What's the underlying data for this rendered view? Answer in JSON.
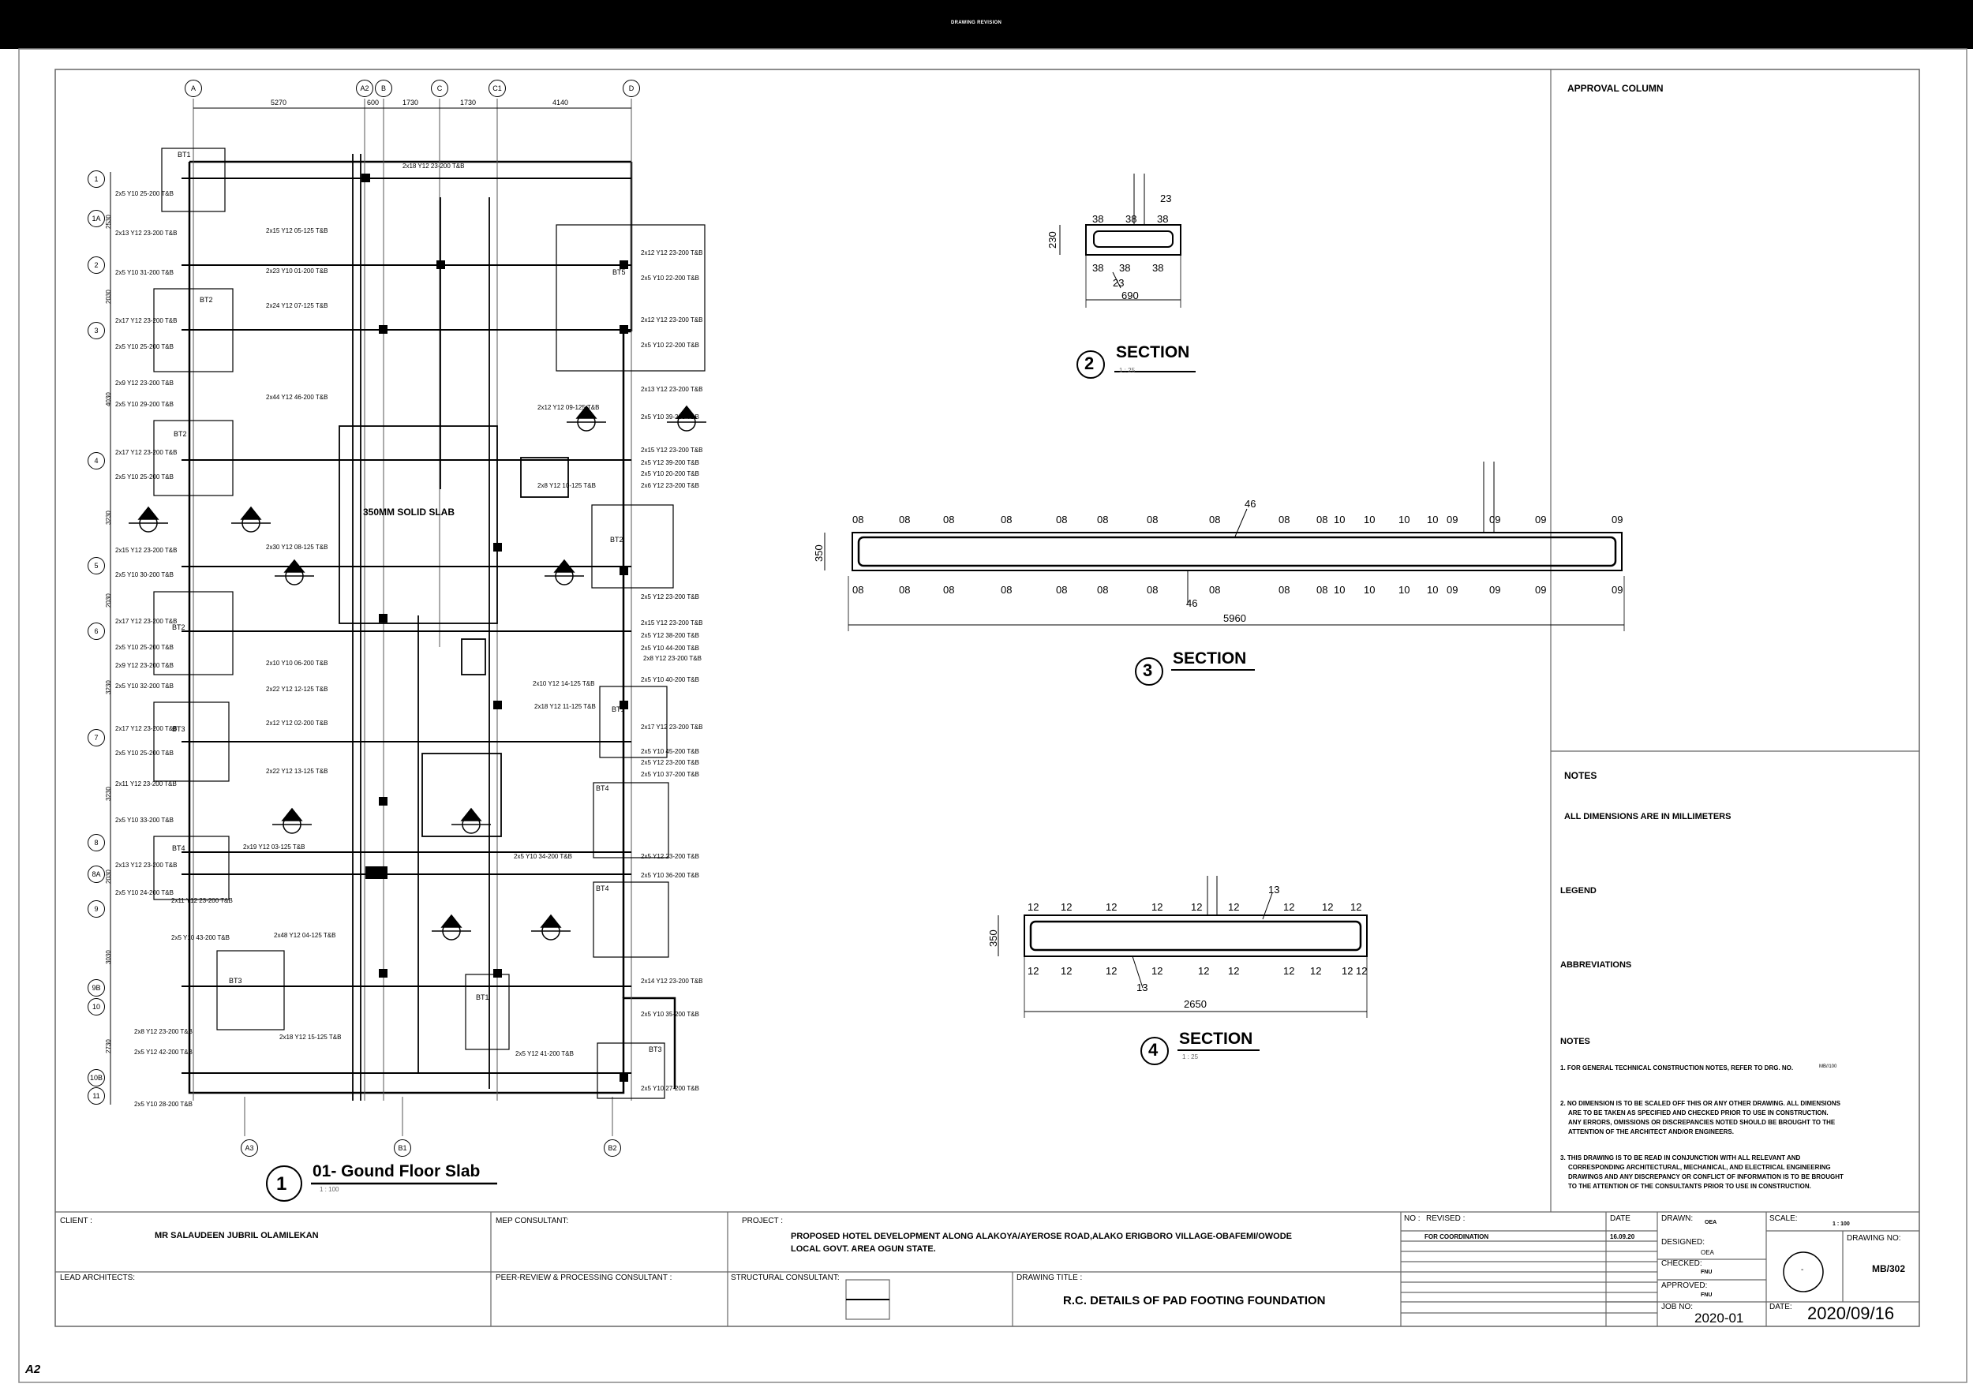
{
  "topbar_text": "DRAWING REVISION",
  "sheet_size": "A2",
  "plan": {
    "title": "01- Gound Floor Slab",
    "number": "1",
    "scale": "1 : 100",
    "slab_label": "350MM SOLID SLAB",
    "grid_top": [
      "A",
      "A2",
      "B",
      "C",
      "C1",
      "D"
    ],
    "grid_bottom": [
      "A3",
      "B1",
      "B2"
    ],
    "grid_left": [
      "1",
      "1A",
      "2",
      "3",
      "4",
      "5",
      "6",
      "7",
      "8",
      "8A",
      "9",
      "9B",
      "10",
      "10B",
      "11"
    ],
    "dims_top": [
      "5270",
      "600",
      "1730",
      "1730",
      "4140"
    ],
    "dims_left": [
      "2530",
      "2030",
      "4030",
      "3230",
      "2030",
      "3230",
      "3230",
      "2030",
      "3030",
      "2730"
    ],
    "beams": [
      "BT1",
      "BT2",
      "BT2",
      "BT2",
      "BT3",
      "BT4",
      "BT3",
      "BT1",
      "BT5",
      "BT2",
      "BT1",
      "BT4",
      "BT4",
      "BT3"
    ],
    "rebar_left": [
      "2x5 Y10 25-200 T&B",
      "2x13 Y12 23-200 T&B",
      "2x5 Y10 31-200 T&B",
      "2x17 Y12 23-200 T&B",
      "2x5 Y10 25-200 T&B",
      "2x9 Y12 23-200 T&B",
      "2x5 Y10 29-200 T&B",
      "2x17 Y12 23-200 T&B",
      "2x5 Y10 25-200 T&B",
      "2x15 Y12 23-200 T&B",
      "2x5 Y10 30-200 T&B",
      "2x17 Y12 23-200 T&B",
      "2x5 Y10 25-200 T&B",
      "2x9 Y12 23-200 T&B",
      "2x5 Y10 32-200 T&B",
      "2x17 Y12 23-200 T&B",
      "2x5 Y10 25-200 T&B",
      "2x11 Y12 23-200 T&B",
      "2x5 Y10 33-200 T&B",
      "2x13 Y12 23-200 T&B",
      "2x5 Y10 24-200 T&B",
      "2x11 Y12 23-200 T&B",
      "2x5 Y10 43-200 T&B",
      "2x8 Y12 23-200 T&B",
      "2x5 Y12 42-200 T&B",
      "2x5 Y10 28-200 T&B"
    ],
    "rebar_mid": [
      "2x18 Y12 23-200 T&B",
      "2x15 Y12 05-125 T&B",
      "2x23 Y10 01-200 T&B",
      "2x24 Y12 07-125 T&B",
      "2x44 Y12 46-200 T&B",
      "2x30 Y12 08-125 T&B",
      "2x10 Y10 06-200 T&B",
      "2x22 Y12 12-125 T&B",
      "2x12 Y12 02-200 T&B",
      "2x22 Y12 13-125 T&B",
      "2x19 Y12 03-125 T&B",
      "2x48 Y12 04-125 T&B",
      "2x18 Y12 15-125 T&B",
      "2x5 Y10 34-200 T&B",
      "2x5 Y12 41-200 T&B",
      "2x10 Y12 14-125 T&B",
      "2x18 Y12 11-125 T&B",
      "2x12 Y12 09-125 T&B",
      "2x8 Y12 10-125 T&B"
    ],
    "rebar_right": [
      "2x12 Y12 23-200 T&B",
      "2x5 Y10 22-200 T&B",
      "2x12 Y12 23-200 T&B",
      "2x5 Y10 22-200 T&B",
      "2x13 Y12 23-200 T&B",
      "2x5 Y10 39-200 T&B",
      "2x15 Y12 23-200 T&B",
      "2x5 Y12 39-200 T&B",
      "2x5 Y10 20-200 T&B",
      "2x6 Y12 23-200 T&B",
      "2x5 Y12 23-200 T&B",
      "2x15 Y12 23-200 T&B",
      "2x5 Y12 38-200 T&B",
      "2x5 Y10 44-200 T&B",
      "2x8 Y12 23-200 T&B",
      "2x5 Y10 40-200 T&B",
      "2x17 Y12 23-200 T&B",
      "2x5 Y10 45-200 T&B",
      "2x5 Y12 23-200 T&B",
      "2x5 Y10 37-200 T&B",
      "2x5 Y12 23-200 T&B",
      "2x5 Y10 36-200 T&B",
      "2x14 Y12 23-200 T&B",
      "2x5 Y10 35-200 T&B",
      "2x5 Y10 27-200 T&B"
    ]
  },
  "section2": {
    "title": "SECTION",
    "number": "2",
    "scale": "1 : 25",
    "width": "690",
    "depth": "230",
    "bar_marks_top": [
      "38",
      "38",
      "38"
    ],
    "bar_marks_bottom": [
      "38",
      "38",
      "38"
    ],
    "callout_top": "23",
    "callout_bottom": "23"
  },
  "section3": {
    "title": "SECTION",
    "number": "3",
    "width": "5960",
    "depth": "350",
    "top_marks": [
      "08",
      "08",
      "08",
      "08",
      "08",
      "08",
      "08",
      "08",
      "08",
      "08",
      "10",
      "10",
      "10",
      "10",
      "09",
      "09",
      "09",
      "09"
    ],
    "bottom_marks": [
      "08",
      "08",
      "08",
      "08",
      "08",
      "08",
      "08",
      "08",
      "08",
      "08",
      "10",
      "10",
      "10",
      "10",
      "09",
      "09",
      "09",
      "09"
    ],
    "callout_top": "46",
    "callout_bottom": "46"
  },
  "section4": {
    "title": "SECTION",
    "number": "4",
    "scale": "1 : 25",
    "width": "2650",
    "depth": "350",
    "top_marks": [
      "12",
      "12",
      "12",
      "12",
      "12",
      "12",
      "12",
      "12",
      "12"
    ],
    "bottom_marks": [
      "12",
      "12",
      "12",
      "12",
      "12",
      "12",
      "12",
      "12",
      "12",
      "12"
    ],
    "callout_top": "13",
    "callout_bottom": "13"
  },
  "side_panel": {
    "approval": "APPROVAL COLUMN",
    "notes_heading": "NOTES",
    "units_note": "ALL DIMENSIONS ARE IN MILLIMETERS",
    "legend": "LEGEND",
    "abbreviations": "ABBREVIATIONS",
    "notes_heading2": "NOTES",
    "note1": "1. FOR GENERAL TECHNICAL CONSTRUCTION NOTES, REFER TO DRG. NO.",
    "note1_ref": "MB//100",
    "note2": [
      "2. NO DIMENSION IS TO BE SCALED OFF THIS OR ANY OTHER DRAWING. ALL DIMENSIONS",
      "ARE TO BE TAKEN AS SPECIFIED AND CHECKED PRIOR TO USE IN CONSTRUCTION.",
      "ANY ERRORS, OMISSIONS OR DISCREPANCIES NOTED SHOULD BE BROUGHT TO THE",
      "ATTENTION OF THE ARCHITECT AND/OR ENGINEERS."
    ],
    "note3": [
      "3. THIS DRAWING IS TO BE READ IN CONJUNCTION WITH ALL RELEVANT AND",
      "CORRESPONDING ARCHITECTURAL, MECHANICAL, AND ELECTRICAL ENGINEERING",
      "DRAWINGS AND ANY DISCREPANCY OR CONFLICT OF INFORMATION IS TO BE BROUGHT",
      "TO THE ATTENTION OF THE CONSULTANTS PRIOR TO USE IN CONSTRUCTION."
    ]
  },
  "title_block": {
    "client_label": "CLIENT :",
    "client": "MR SALAUDEEN JUBRIL OLAMILEKAN",
    "mep_label": "MEP CONSULTANT:",
    "project_label": "PROJECT :",
    "project": [
      "PROPOSED HOTEL DEVELOPMENT ALONG ALAKOYA/AYEROSE ROAD,ALAKO ERIGBORO VILLAGE-OBAFEMI/OWODE",
      "LOCAL GOVT. AREA OGUN STATE."
    ],
    "lead_label": "LEAD ARCHITECTS:",
    "peer_label": "PEER-REVIEW & PROCESSING CONSULTANT :",
    "structural_label": "STRUCTURAL CONSULTANT:",
    "drawing_title_label": "DRAWING TITLE :",
    "drawing_title": "R.C. DETAILS OF PAD FOOTING FOUNDATION",
    "no_label": "NO :",
    "revised_label": "REVISED :",
    "date_label": "DATE",
    "revision_text": "FOR COORDINATION",
    "revision_date": "16.09.20",
    "drawn_label": "DRAWN:",
    "drawn": "OEA",
    "designed_label": "DESIGNED:",
    "designed": "OEA",
    "checked_label": "CHECKED:",
    "checked": "FNU",
    "approved_label": "APPROVED:",
    "approved": "FNU",
    "job_label": "JOB NO:",
    "job": "2020-01",
    "scale_label": "SCALE:",
    "scale": "1 : 100",
    "drawing_no_label": "DRAWING NO:",
    "drawing_no": "MB/302",
    "date2_label": "DATE:",
    "date2": "2020/09/16",
    "seal_mark": "-"
  }
}
